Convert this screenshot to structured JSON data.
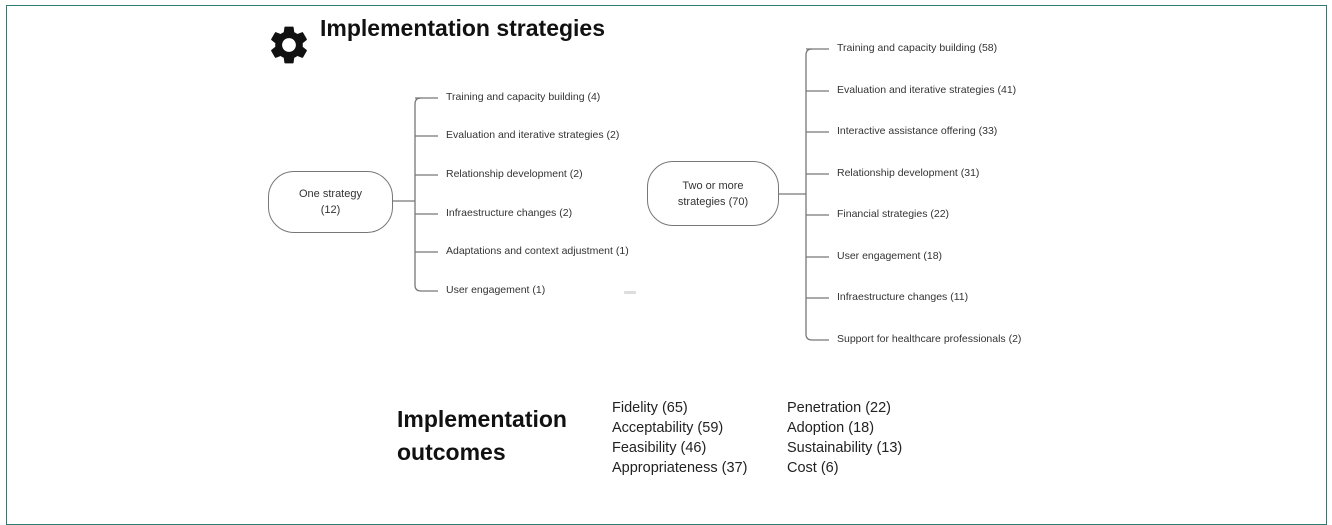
{
  "title": "Implementation strategies",
  "single": {
    "label_line1": "One strategy",
    "label_line2": "(12)",
    "items": [
      "Training and capacity building (4)",
      "Evaluation and iterative strategies (2)",
      "Relationship development (2)",
      "Infraestructure changes (2)",
      "Adaptations and context adjustment (1)",
      "User engagement (1)"
    ]
  },
  "multiple": {
    "label_line1": "Two or more",
    "label_line2": "strategies (70)",
    "items": [
      "Training and capacity building (58)",
      "Evaluation and iterative strategies (41)",
      "Interactive assistance offering (33)",
      "Relationship development (31)",
      "Financial strategies (22)",
      "User engagement (18)",
      "Infraestructure changes (11)",
      "Support for healthcare professionals (2)"
    ]
  },
  "outcomes": {
    "title_line1": "Implementation",
    "title_line2": "outcomes",
    "column1": [
      "Fidelity (65)",
      "Acceptability (59)",
      "Feasibility (46)",
      "Appropriateness (37)"
    ],
    "column2": [
      "Penetration (22)",
      "Adoption (18)",
      "Sustainability (13)",
      "Cost (6)"
    ]
  },
  "colors": {
    "frame": "#2e7d74",
    "lines": "#777777"
  },
  "icons": {
    "title_icon": "gear-icon"
  }
}
